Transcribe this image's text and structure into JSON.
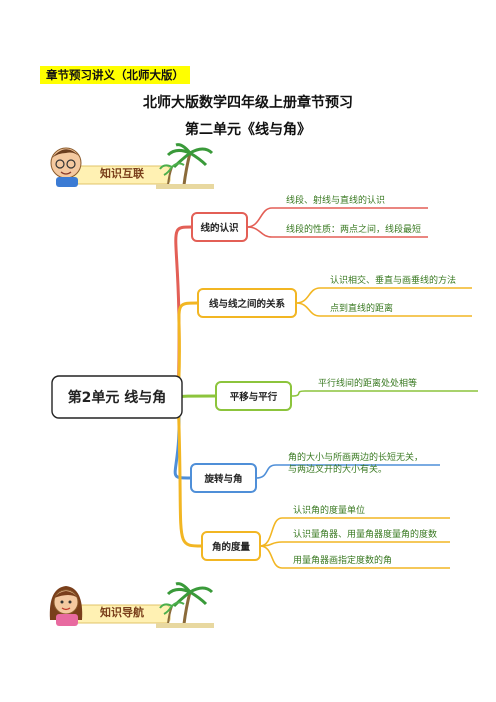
{
  "header": {
    "tag": "章节预习讲义（北师大版）",
    "title": "北师大版数学四年级上册章节预习",
    "subtitle": "第二单元《线与角》"
  },
  "banners": {
    "top": "知识互联",
    "bottom": "知识导航"
  },
  "mindmap": {
    "center": "第2单元 线与角",
    "branches": [
      {
        "label": "线的认识",
        "color": "#e35f56",
        "items": [
          "线段、射线与直线的认识",
          "线段的性质：两点之间，线段最短"
        ]
      },
      {
        "label": "线与线之间的关系",
        "color": "#f2b623",
        "items": [
          "认识相交、垂直与画垂线的方法",
          "点到直线的距离"
        ]
      },
      {
        "label": "平移与平行",
        "color": "#8cc43c",
        "items": [
          "平行线间的距离处处相等"
        ]
      },
      {
        "label": "旋转与角",
        "color": "#4f8fd8",
        "items": [
          "角的大小与所画两边的长短无关，与两边叉开的大小有关。"
        ]
      },
      {
        "label": "角的度量",
        "color": "#f2b623",
        "items": [
          "认识角的度量单位",
          "认识量角器、用量角器度量角的度数",
          "用量角器画指定度数的角"
        ]
      }
    ]
  }
}
